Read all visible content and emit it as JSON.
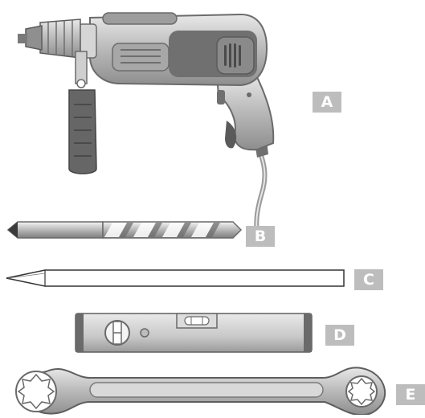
{
  "labels": {
    "a": "A",
    "b": "B",
    "c": "C",
    "d": "D",
    "e": "E"
  },
  "colors": {
    "tool_gray": "#a9a9a9",
    "tool_dark": "#555555",
    "badge_gray": "#bdbdbd"
  },
  "items": [
    {
      "icon": "power-drill-icon"
    },
    {
      "icon": "drill-bit-icon"
    },
    {
      "icon": "chisel-icon"
    },
    {
      "icon": "spirit-level-icon"
    },
    {
      "icon": "ring-spanner-icon"
    }
  ]
}
